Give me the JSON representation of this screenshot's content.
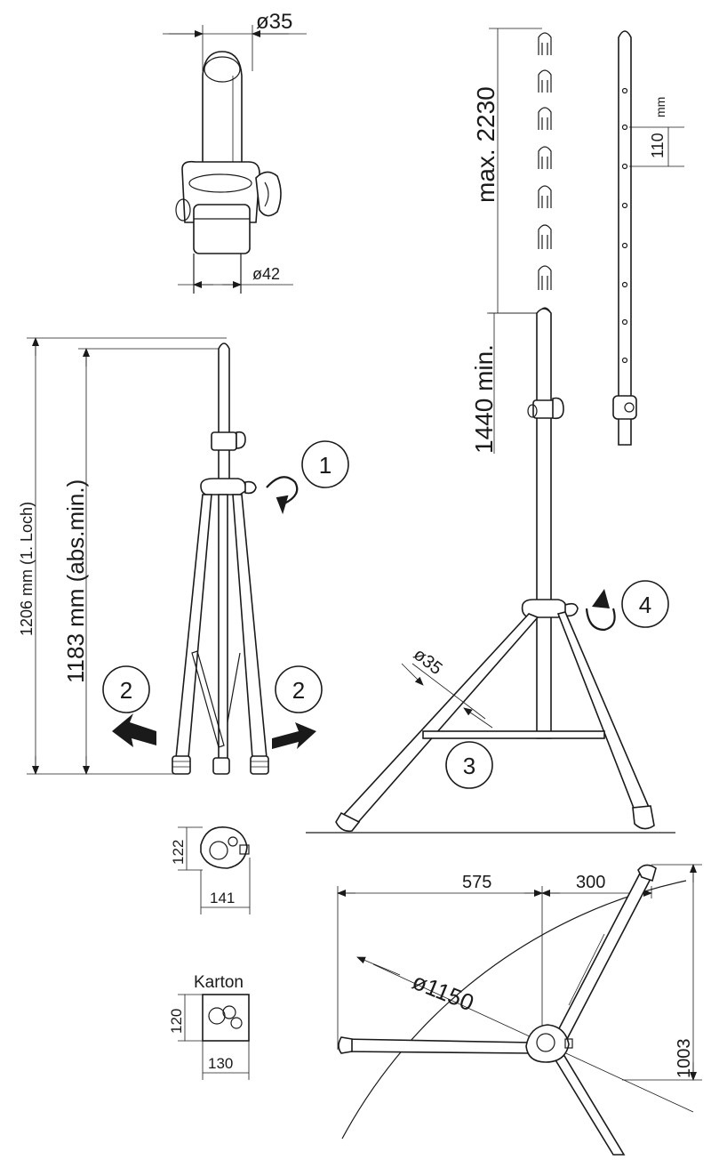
{
  "dimensions": {
    "inner_diameter": "ø35",
    "outer_diameter": "ø42",
    "max_height": "max. 2230",
    "hole_spacing": "110",
    "hole_spacing_unit": "mm",
    "min_height": "1440 min.",
    "height_first_hole": "1206 mm (1. Loch)",
    "height_abs_min": "1183 mm (abs.min.)",
    "leg_diameter": "ø35",
    "foot_height": "122",
    "foot_width": "141",
    "carton_label": "Karton",
    "carton_height": "120",
    "carton_width": "130",
    "radius_575": "575",
    "radius_300": "300",
    "circle_diameter": "ø1150",
    "footprint_depth": "1003"
  },
  "steps": [
    "1",
    "2",
    "2",
    "3",
    "4"
  ]
}
